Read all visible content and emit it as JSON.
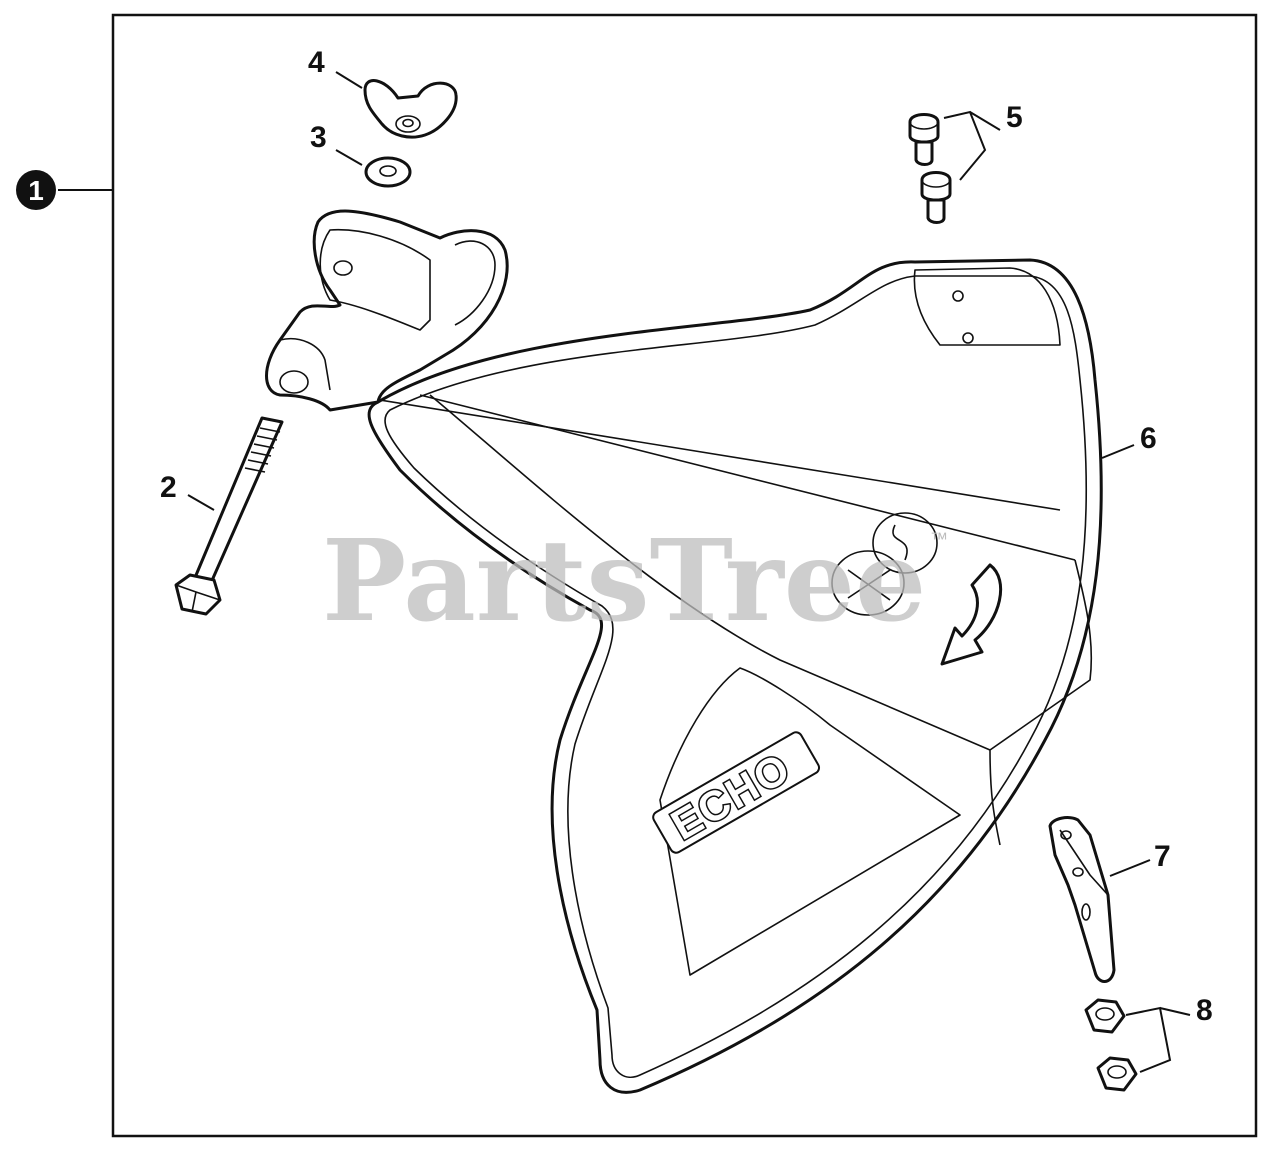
{
  "diagram": {
    "watermark": "PartsTree",
    "watermark_mark": "™",
    "logo": "ECHO",
    "assembly_callout": "1",
    "callouts": [
      "2",
      "3",
      "4",
      "5",
      "6",
      "7",
      "8"
    ],
    "colors": {
      "line": "#111111",
      "background": "#ffffff",
      "watermark": "#bdbdbd"
    }
  }
}
